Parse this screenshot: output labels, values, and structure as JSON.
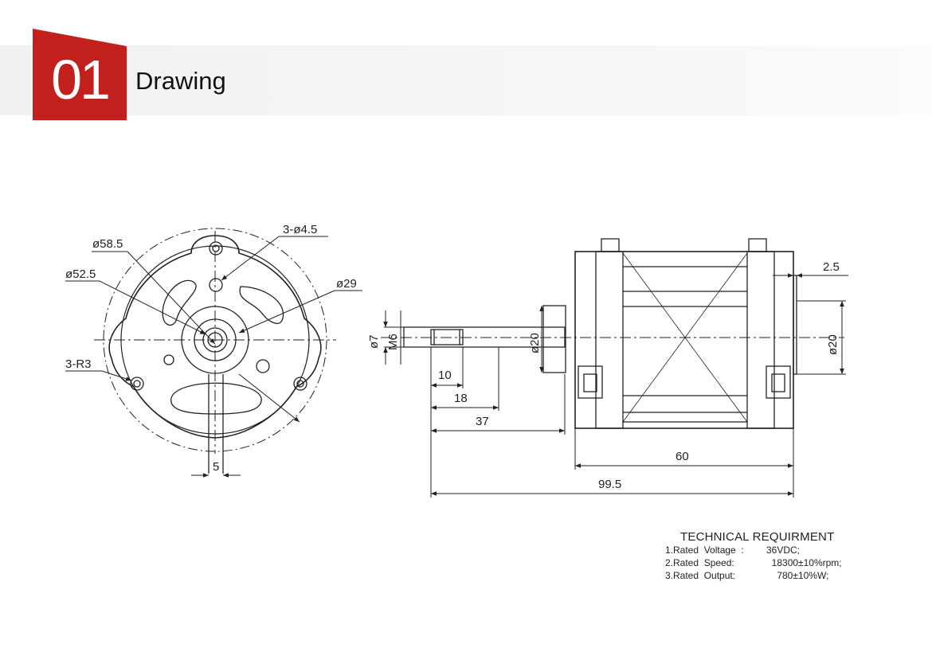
{
  "header": {
    "section_number": "01",
    "section_title": "Drawing",
    "accent_color": "#c1201d",
    "band_color": "#f1f1f1"
  },
  "front_view": {
    "dimensions": {
      "outer_dia": "ø58.5",
      "mid_dia": "ø52.5",
      "holes": "3-ø4.5",
      "hub_dia": "ø29",
      "corner_radius": "3-R3",
      "slot_width": "5"
    }
  },
  "side_view": {
    "dimensions": {
      "shaft_dia": "ø7",
      "thread": "M6",
      "boss_dia_left": "ø20",
      "boss_dia_right": "ø20",
      "flat_length": "10",
      "thread_length": "18",
      "shaft_length": "37",
      "body_length": "60",
      "total_length": "99.5",
      "rear_boss": "2.5"
    }
  },
  "technical_requirement": {
    "title": "TECHNICAL  REQUIRMENT",
    "rows": [
      {
        "label": "1.Rated  Voltage  :",
        "value": "36VDC;"
      },
      {
        "label": "2.Rated  Speed:",
        "value": "  18300±10%rpm;"
      },
      {
        "label": "3.Rated  Output:",
        "value": "    780±10%W;"
      }
    ]
  }
}
